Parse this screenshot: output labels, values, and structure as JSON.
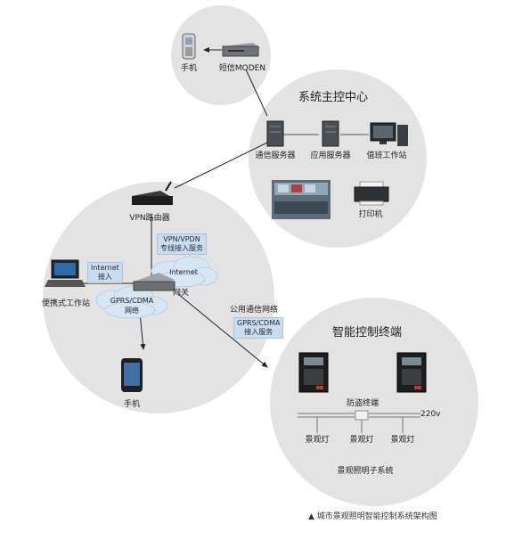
{
  "sms_cluster": {
    "phone_label": "手机",
    "modem_label": "短信MODEN"
  },
  "main_center": {
    "title": "系统主控中心",
    "comm_server": "通信服务器",
    "app_server": "应用服务器",
    "workstation": "值班工作站",
    "printer": "打印机"
  },
  "network": {
    "vpn_router": "VPN路由器",
    "vpn_box": [
      "VPN/VPDN",
      "专线接入服务"
    ],
    "internet_cloud": "Internet",
    "gprs_cloud": [
      "GPRS/CDMA",
      "网络"
    ],
    "gateway": "网关",
    "laptop_box": [
      "Internet",
      "接入"
    ],
    "laptop": "便携式工作站",
    "mobile": "手机"
  },
  "public_link": {
    "label": "公用通信网络",
    "box": [
      "GPRS/CDMA",
      "接入服务"
    ]
  },
  "terminal": {
    "title": "智能控制终端",
    "antitheft": "防盗终端",
    "voltage": "220v",
    "lights": [
      "景观灯",
      "景观灯",
      "景观灯"
    ],
    "subsystem": "景观照明子系统"
  },
  "caption": "▲ 城市景观照明智能控制系统架构图",
  "colors": {
    "circle": "#e3e3e3",
    "box": "#c9ddef",
    "cloud": "#d6e6f5",
    "line": "#222222"
  }
}
